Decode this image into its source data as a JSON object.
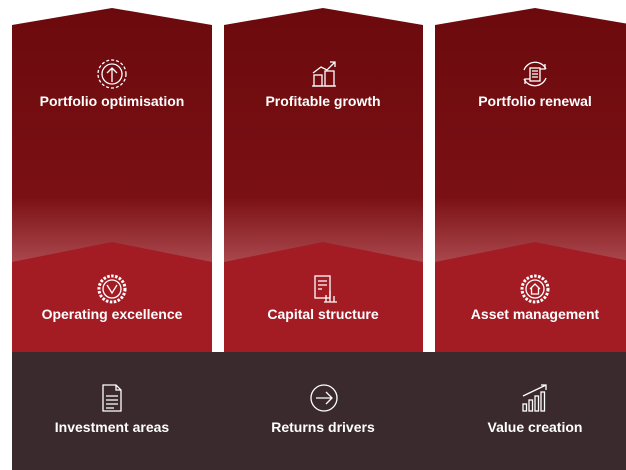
{
  "colors": {
    "dark_red": "#6b0a0d",
    "mid_red": "#a31c24",
    "light_pink": "#e6b8b8",
    "bottom_band": "#3a2a2d",
    "text": "#ffffff"
  },
  "top_row": [
    {
      "label": "Portfolio optimisation",
      "icon": "target-upload-icon"
    },
    {
      "label": "Profitable growth",
      "icon": "growth-building-icon"
    },
    {
      "label": "Portfolio renewal",
      "icon": "renewal-building-icon"
    }
  ],
  "middle_row": [
    {
      "label": "Operating excellence",
      "icon": "gear-check-icon"
    },
    {
      "label": "Capital structure",
      "icon": "document-chart-icon"
    },
    {
      "label": "Asset management",
      "icon": "gear-house-icon"
    }
  ],
  "bottom_row": [
    {
      "label": "Investment areas",
      "icon": "document-lines-icon"
    },
    {
      "label": "Returns drivers",
      "icon": "arrow-circle-icon"
    },
    {
      "label": "Value creation",
      "icon": "bar-growth-icon"
    }
  ]
}
